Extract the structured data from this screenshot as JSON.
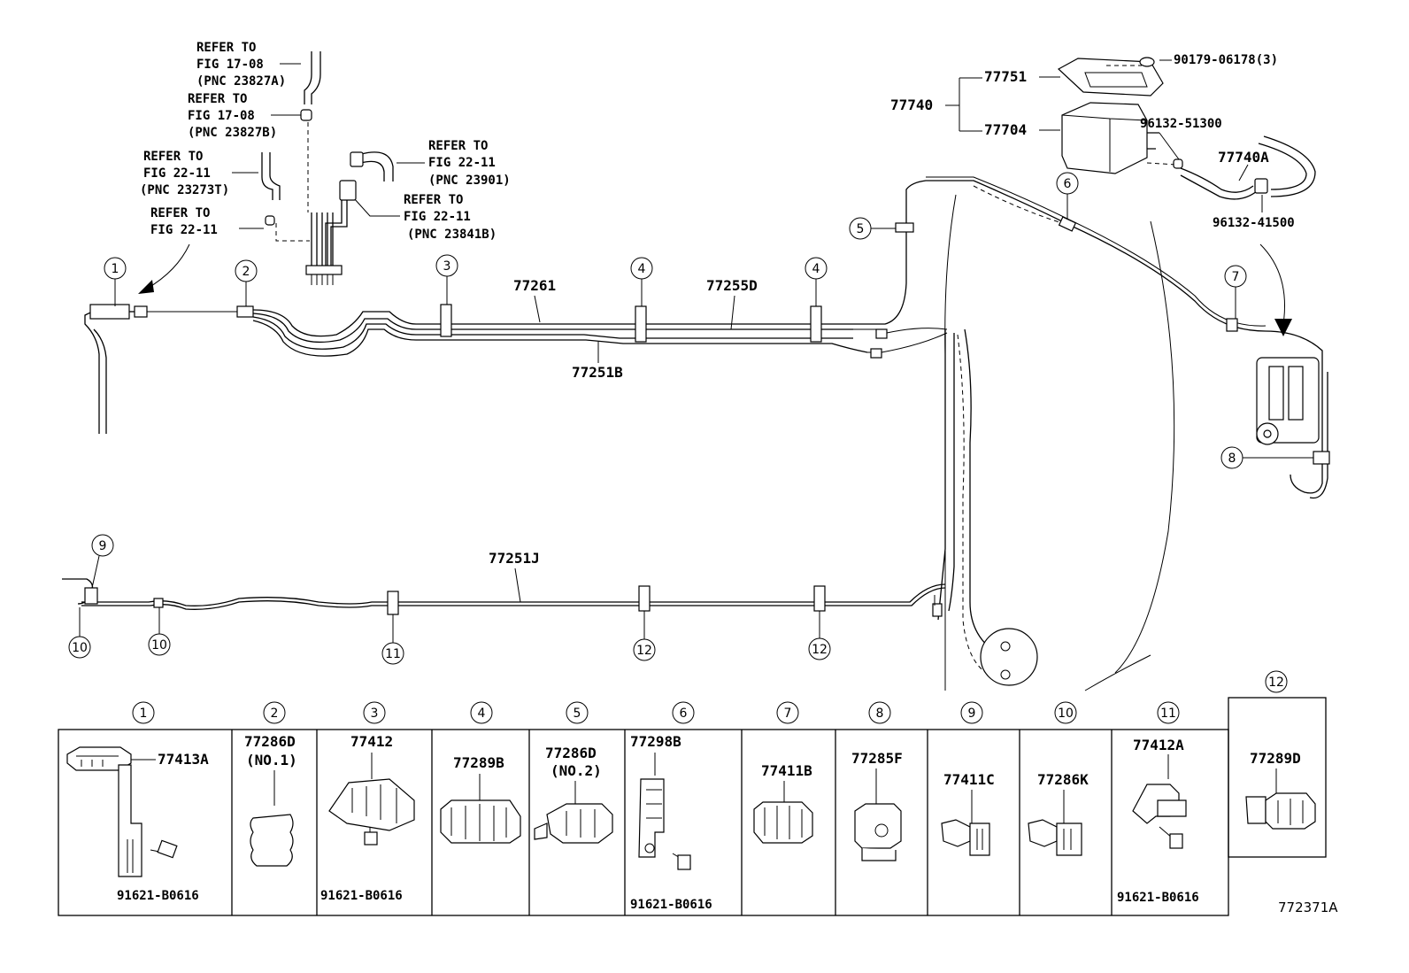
{
  "refs": {
    "fig1708a": [
      "REFER TO",
      "FIG 17-08",
      "(PNC 23827A)"
    ],
    "fig1708b": [
      "REFER TO",
      "FIG 17-08",
      "(PNC 23827B)"
    ],
    "fig2211a": [
      "REFER TO",
      "FIG 22-11",
      "(PNC 23273T)"
    ],
    "fig2211b": [
      "REFER TO",
      "FIG 22-11"
    ],
    "fig2211c": [
      "REFER TO",
      "FIG 22-11",
      "(PNC 23901)"
    ],
    "fig2211d": [
      "REFER TO",
      "FIG 22-11",
      "(PNC 23841B)"
    ]
  },
  "parts": {
    "p77261": "77261",
    "p77255d": "77255D",
    "p77251b": "77251B",
    "p77251j": "77251J",
    "p77740": "77740",
    "p77751": "77751",
    "p77704": "77704",
    "p77740a": "77740A",
    "p90179": "90179-06178(3)",
    "p96132_51300": "96132-51300",
    "p96132_41500": "96132-41500"
  },
  "callouts": [
    "1",
    "2",
    "3",
    "4",
    "5",
    "6",
    "7",
    "8",
    "9",
    "10",
    "11",
    "12"
  ],
  "table": {
    "cells": [
      {
        "num": "1",
        "part": "77413A",
        "bolt": "91621-B0616"
      },
      {
        "num": "2",
        "part": "77286D",
        "sub": "(NO.1)"
      },
      {
        "num": "3",
        "part": "77412",
        "bolt": "91621-B0616"
      },
      {
        "num": "4",
        "part": "77289B"
      },
      {
        "num": "5",
        "part": "77286D",
        "sub": "(NO.2)"
      },
      {
        "num": "6",
        "part": "77298B",
        "bolt": "91621-B0616"
      },
      {
        "num": "7",
        "part": "77411B"
      },
      {
        "num": "8",
        "part": "77285F"
      },
      {
        "num": "9",
        "part": "77411C"
      },
      {
        "num": "10",
        "part": "77286K"
      },
      {
        "num": "11",
        "part": "77412A",
        "bolt": "91621-B0616"
      },
      {
        "num": "12",
        "part": "77289D"
      }
    ]
  },
  "figure_id": "772371A"
}
